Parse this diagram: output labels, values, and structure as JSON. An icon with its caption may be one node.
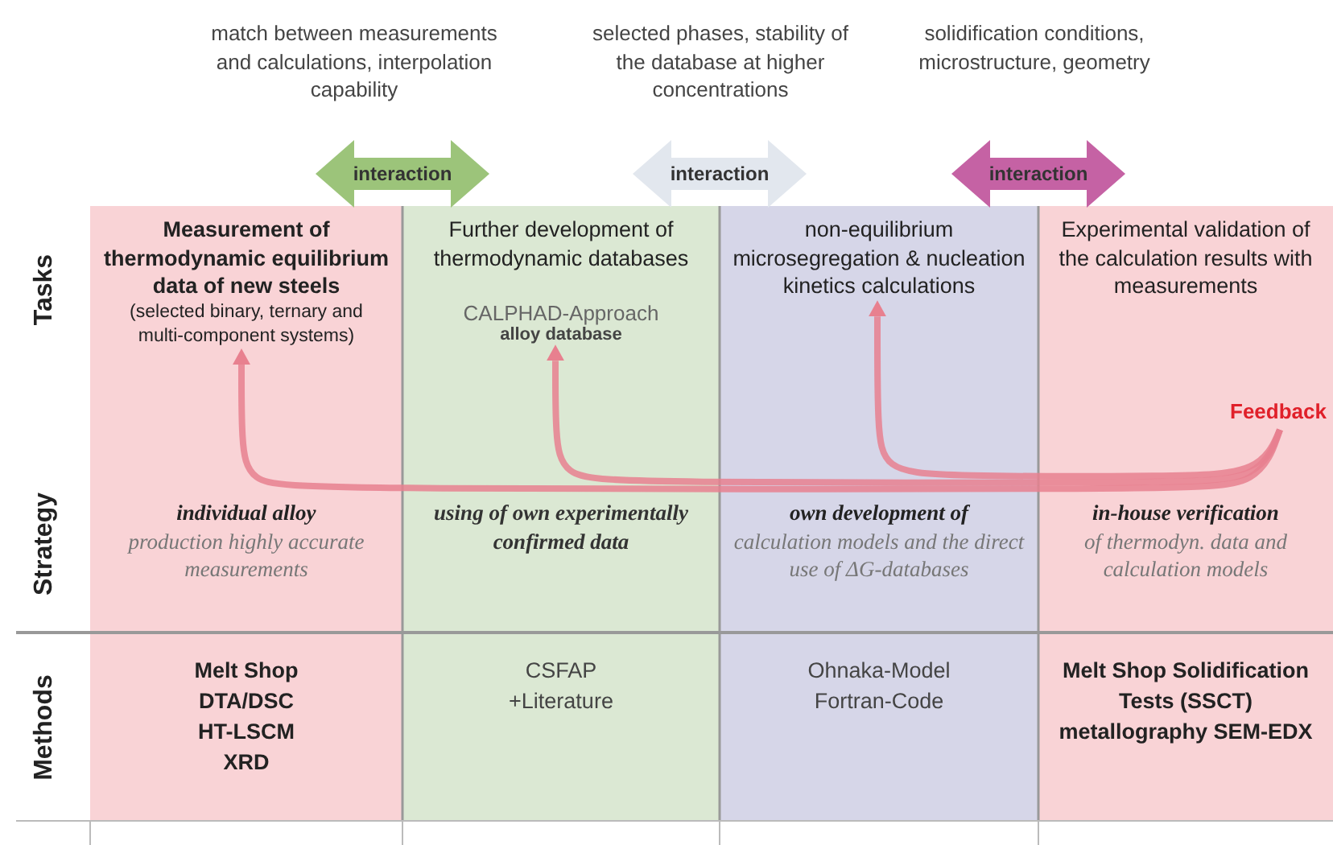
{
  "diagram": {
    "nodes": [
      {
        "text": [
          "Measurement of thermodynamic equilibrium data of new steels",
          "(selected binary, ternary and multi-component systems)"
        ]
      },
      {
        "text": [
          "Further development of thermodynamic databases",
          "CALPHAD-Approach",
          "alloy database"
        ]
      },
      {
        "text": [
          "non-equilibrium microsegregation & nucleation kinetics calculations"
        ]
      },
      {
        "text": [
          "Experimental validation of the calculation results with measurements"
        ]
      },
      {
        "text": [
          "Feedback"
        ],
        "in": 3
      },
      {
        "text": [
          "individual alloy",
          "production highly accurate measurements"
        ]
      },
      {
        "text": [
          "using of own experimentally confirmed data"
        ]
      },
      {
        "text": [
          "own development of",
          "calculation models and the direct use of ΔG-databases"
        ]
      },
      {
        "text": [
          "in-house verification",
          "of thermodyn. data and calculation models"
        ]
      },
      {
        "text": [
          "Melt Shop DTA/DSC HT-LSCM XRD"
        ]
      },
      {
        "text": [
          "CSFAP +Literature"
        ]
      },
      {
        "text": [
          "Ohnaka-Model Fortran-Code"
        ]
      },
      {
        "text": [
          "Melt Shop Solidification Tests (SSCT) metallography SEM-EDX"
        ]
      }
    ],
    "edges": [
      {
        "from": 0,
        "to": 1,
        "arrow": "both",
        "label": "interaction",
        "style": "thick",
        "color": "#9cc47a"
      },
      {
        "from": 1,
        "to": 2,
        "arrow": "both",
        "label": "interaction",
        "style": "thick",
        "color": "#e2e7ee"
      },
      {
        "from": 2,
        "to": 3,
        "arrow": "both",
        "label": "interaction",
        "style": "thick",
        "color": "#c562a4"
      },
      {
        "from": 4,
        "to": 0,
        "arrow": "to",
        "color": "#e8808f"
      },
      {
        "from": 4,
        "to": 1,
        "arrow": "to",
        "color": "#e8808f"
      },
      {
        "from": 4,
        "to": 2,
        "arrow": "to",
        "color": "#e8808f"
      }
    ],
    "labels": [
      "match between measurements and calculations, interpolation capability",
      "selected phases, stability of the database at higher concentrations",
      "solidification conditions, microstructure, geometry",
      "Tasks",
      "Strategy",
      "Methods"
    ]
  }
}
